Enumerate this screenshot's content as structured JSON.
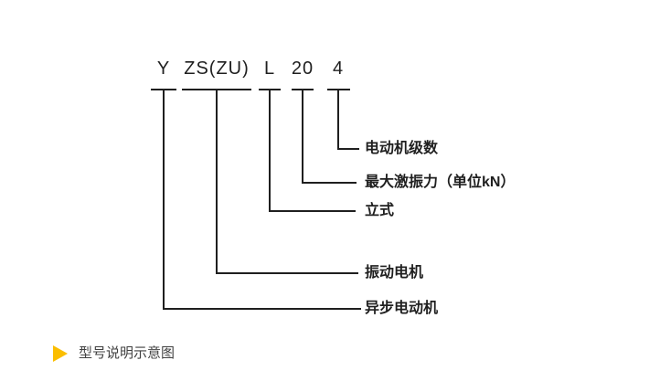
{
  "diagram": {
    "title_hint": "model designation explanation",
    "line_color": "#1f1f1f",
    "code_parts": [
      {
        "code": "Y",
        "meaning": "异步电动机"
      },
      {
        "code": "ZS(ZU)",
        "meaning": "振动电机"
      },
      {
        "code": "L",
        "meaning": "立式"
      },
      {
        "code": "20",
        "meaning": "最大激振力（单位kN）"
      },
      {
        "code": "4",
        "meaning": "电动机级数"
      }
    ]
  },
  "caption": {
    "marker_icon": "triangle-right-icon",
    "marker_color": "#fbbe00",
    "text": "型号说明示意图"
  }
}
